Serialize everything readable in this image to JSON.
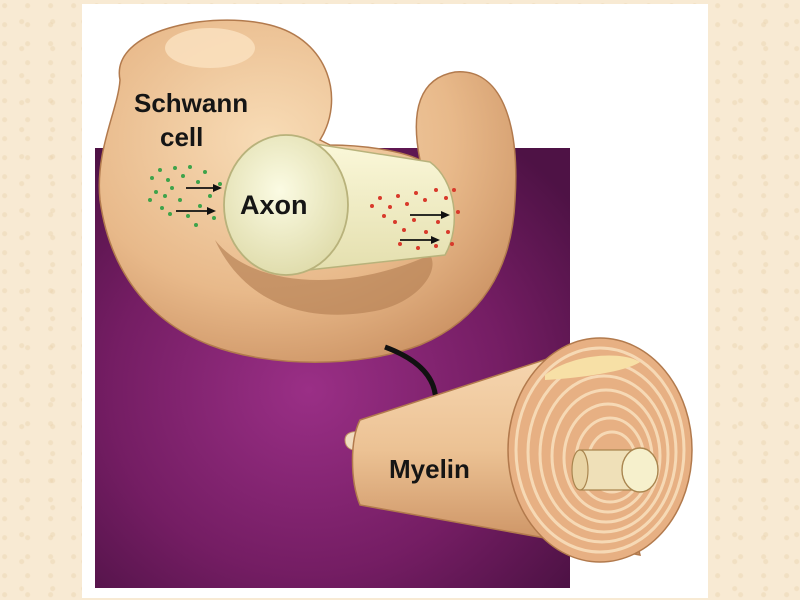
{
  "labels": {
    "schwann_line1": "Schwann",
    "schwann_line2": "cell",
    "axon": "Axon",
    "myelin": "Myelin"
  },
  "colors": {
    "page_background": "#f8ead3",
    "panel_background": "#ffffff",
    "purple_background": "#6b1a5c",
    "schwann_cell": "#e8b98a",
    "axon": "#f1efc6",
    "green_dots": "#3ea34a",
    "red_dots": "#d83a2b",
    "arrow": "#111111"
  }
}
